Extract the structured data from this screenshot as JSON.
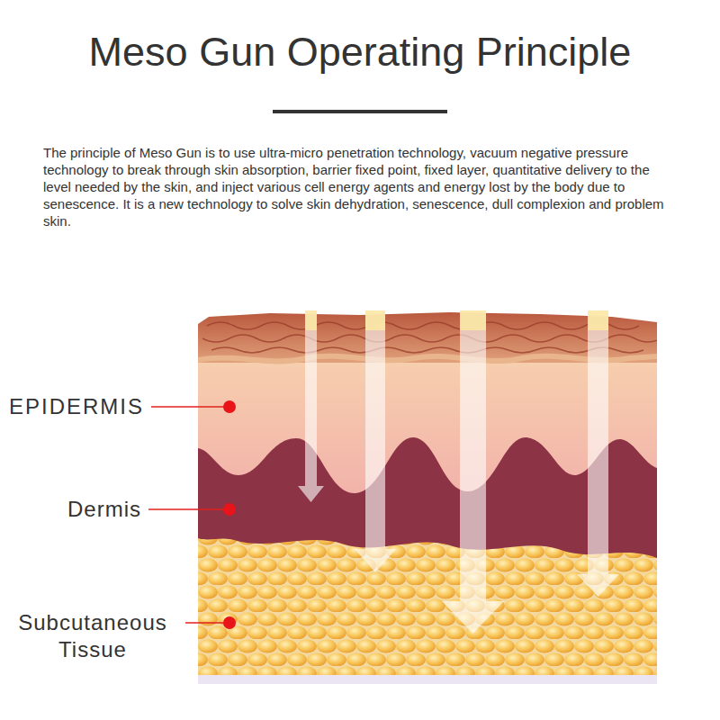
{
  "diagram": {
    "title": "Meso Gun Operating Principle",
    "labels": [
      "The principle of Meso Gun is to use ultra-micro penetration technology, vacuum negative pressure technology to break through skin absorption, barrier fixed point, fixed layer, quantitative delivery to the level needed by the skin, and inject various cell energy agents and energy lost by the body due to senescence. It is a new technology to solve skin dehydration, senescence, dull complexion and problem skin.",
      "EPIDERMIS",
      "Dermis",
      "Subcutaneous Tissue"
    ]
  }
}
